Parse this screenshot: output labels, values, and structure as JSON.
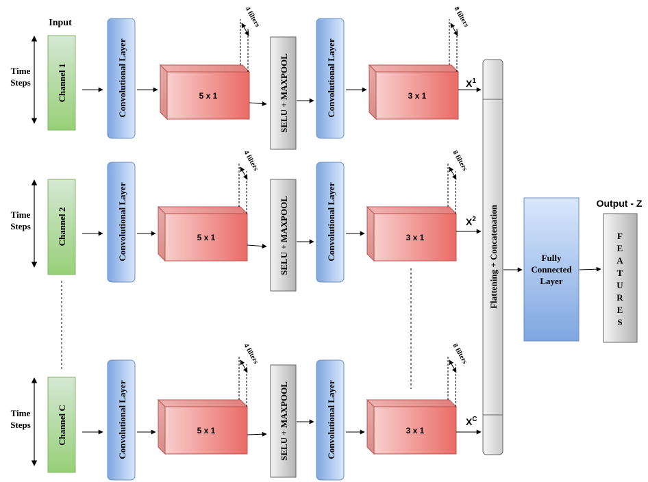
{
  "input_label": "Input",
  "output_label": "Output - Z",
  "time_steps_label": [
    "Time",
    "Steps"
  ],
  "rows": [
    {
      "channel": "Channel 1",
      "stage1_kernel": "5 x 1",
      "stage1_filters": "4 filters",
      "stage2_kernel": "3 x 1",
      "stage2_filters": "8 filters",
      "output_base": "X",
      "output_sup": "1"
    },
    {
      "channel": "Channel 2",
      "stage1_kernel": "5 x 1",
      "stage1_filters": "4 filters",
      "stage2_kernel": "3 x 1",
      "stage2_filters": "8 filters",
      "output_base": "X",
      "output_sup": "2"
    },
    {
      "channel": "Channel C",
      "stage1_kernel": "5 x 1",
      "stage1_filters": "4 filters",
      "stage2_kernel": "3 x 1",
      "stage2_filters": "8 filters",
      "output_base": "X",
      "output_sup": "C"
    }
  ],
  "conv_layer_label": "Convolutional Layer",
  "pool_label": "SELU + MAXPOOL",
  "concat_label": "Flattening + Concatenation",
  "fc_label": [
    "Fully",
    "Connected",
    "Layer"
  ],
  "features_letters": [
    "F",
    "E",
    "A",
    "T",
    "U",
    "R",
    "E",
    "S"
  ],
  "colors": {
    "channel_fill": "#b9dfa9",
    "channel_stroke": "#82b366",
    "conv_fill": "#7ea6e0",
    "conv_stroke": "#6c8ebf",
    "kernel_fill": "#ea6b66",
    "kernel_stroke": "#b85450",
    "pool_fill": "#cccccc",
    "pool_stroke": "#666666",
    "fc_fill": "#7ea6e0"
  }
}
